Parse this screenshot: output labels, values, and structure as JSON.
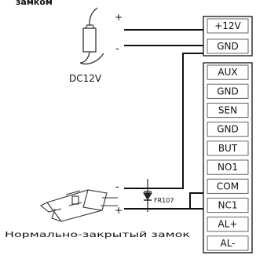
{
  "header_text": "замком",
  "terminal_block": {
    "labels": [
      "+12V",
      "GND",
      "AUX",
      "GND",
      "SEN",
      "GND",
      "BUT",
      "NO1",
      "COM",
      "NC1",
      "AL+",
      "AL-"
    ]
  },
  "power_supply": {
    "label": "DC12V",
    "plus_sign": "+",
    "minus_sign": "-"
  },
  "lock": {
    "caption": "Нормально-закрытый замок",
    "plus_sign": "+",
    "minus_sign": "-"
  },
  "diode": {
    "label": "FR107"
  }
}
